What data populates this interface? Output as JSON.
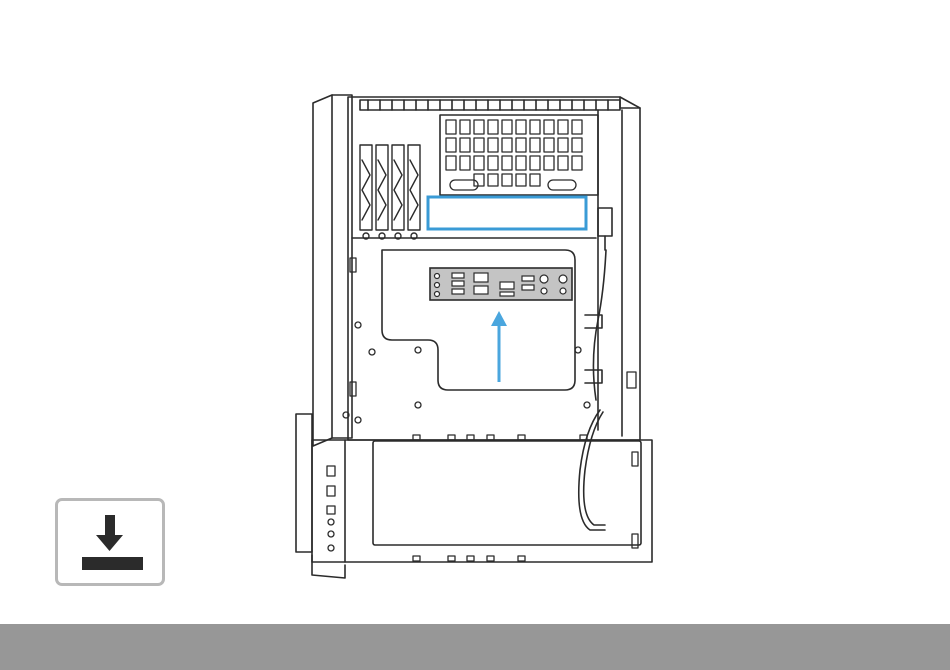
{
  "illustration": {
    "subject": "pc-case-open-side-io-shield-installation",
    "arrow_direction": "up",
    "highlight_region": "rear-io-panel-slot"
  },
  "install_button": {
    "icon": "download-arrow-icon"
  },
  "colors": {
    "background": "#ffffff",
    "line_art": "#2b2b2b",
    "highlight_outline": "#3a9bd6",
    "arrow": "#4aa6de",
    "io_plate_fill": "#c4c4c4",
    "button_border": "#b8b8b8",
    "button_icon": "#2b2b2b",
    "footer_bar": "#979797"
  }
}
